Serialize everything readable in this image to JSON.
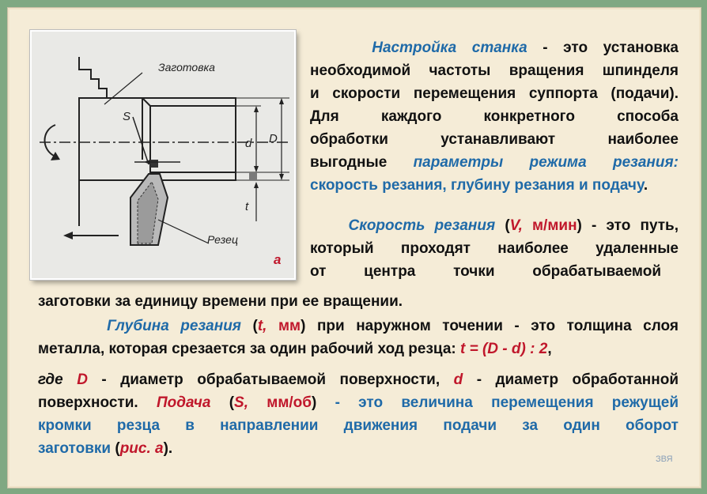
{
  "figure": {
    "label_workpiece": "Заготовка",
    "label_cutter": "Резец",
    "label_S": "S",
    "label_d": "d",
    "label_D": "D",
    "label_t": "t",
    "label_a": "а"
  },
  "p1": {
    "term": "Настройка станка",
    "l1_rest": "- это установка",
    "l2": "необходимой частоты вращения шпинделя",
    "l3": "и скорости перемещения суппорта (подачи).",
    "l4": "Для каждого конкретного способа",
    "l5": "обработки устанавливают наиболее",
    "l6_start": "выгодные",
    "l6_blue": "параметры режима резания:",
    "l7_blue": "скорость резания, глубину резания и подачу",
    "l7_end": "."
  },
  "p2": {
    "term": "Скорость резания",
    "open": "(",
    "V": "V,",
    "unit": "м/мин",
    "close": ")",
    "l1_rest": "- это путь,",
    "l2": "который проходят наиболее удаленные",
    "l3": "от центра точки обрабатываемой",
    "l4": "заготовки за единицу времени при ее вращении."
  },
  "p3": {
    "term": "Глубина резания",
    "open": "(",
    "t": "t,",
    "unit": "мм",
    "close": ")",
    "l1_rest": "при наружном точении - это толщина слоя",
    "l2_start": "металла, которая срезается за один рабочий ход резца:",
    "formula": "t = (D - d) : 2",
    "l2_end": ","
  },
  "p4": {
    "where": "где",
    "D": "D",
    "d_desc": "- диаметр обрабатываемой поверхности,",
    "d": "d",
    "d2_desc": "- диаметр обработанной",
    "l2_start": "поверхности.",
    "term": "Подача",
    "open": "(",
    "S": "S,",
    "unit": "мм/об",
    "close": ")",
    "l2_blue": "- это величина перемещения режущей",
    "l3_blue": "кромки резца в направлении движения подачи за один оборот",
    "l4_blue": "заготовки",
    "l4_open": "(",
    "ref": "рис. а",
    "l4_close": ")."
  },
  "watermark": "ЗВЯ"
}
